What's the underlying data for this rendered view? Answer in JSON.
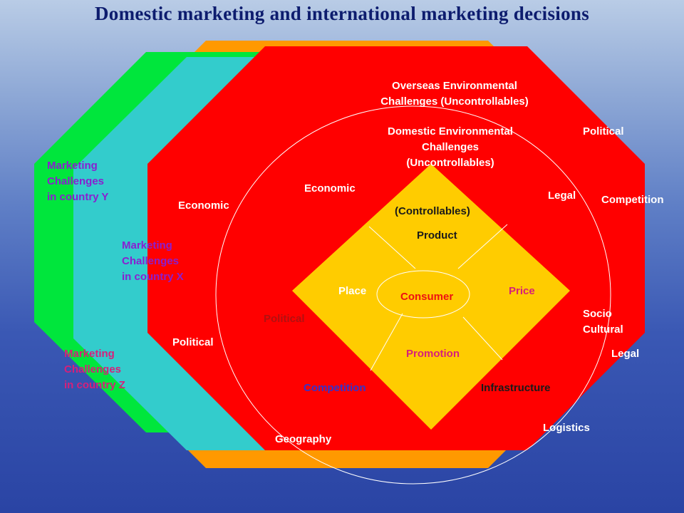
{
  "title": "Domestic marketing and international marketing decisions",
  "colors": {
    "country_y": "#00e63c",
    "country_x": "#33cccc",
    "back_layer": "#ff9900",
    "overseas": "#ff0000",
    "controllables": "#ffcc00",
    "dark_text": "#1a1a1a",
    "white_text": "#ffffff",
    "purple_text": "#8a1fd0",
    "blue_text": "#3333cc",
    "pink_text": "#d6207a",
    "red_text": "#ee1111"
  },
  "labels": {
    "country_y": [
      "Marketing",
      "Challenges",
      "in country Y"
    ],
    "country_x": [
      "Marketing",
      "Challenges",
      "in country X"
    ],
    "country_z": [
      "Marketing",
      "Challenges",
      "in country Z"
    ],
    "overseas": [
      "Overseas Environmental",
      "Challenges (Uncontrollables)"
    ],
    "domestic": [
      "Domestic Environmental",
      "Challenges",
      "(Uncontrollables)"
    ],
    "controllables": "(Controllables)",
    "consumer": "Consumer",
    "product": "Product",
    "place": "Place",
    "price": "Price",
    "promotion": "Promotion",
    "economic_inner": "Economic",
    "economic_outer": "Economic",
    "political_inner": "Political",
    "political_outer_left": "Political",
    "political_outer_right": "Political",
    "legal_inner": "Legal",
    "legal_outer": "Legal",
    "competition_inner": "Competition",
    "competition_outer": "Competition",
    "socio_cultural": [
      "Socio",
      "Cultural"
    ],
    "infrastructure": "Infrastructure",
    "geography": "Geography",
    "logistics": "Logistics"
  }
}
